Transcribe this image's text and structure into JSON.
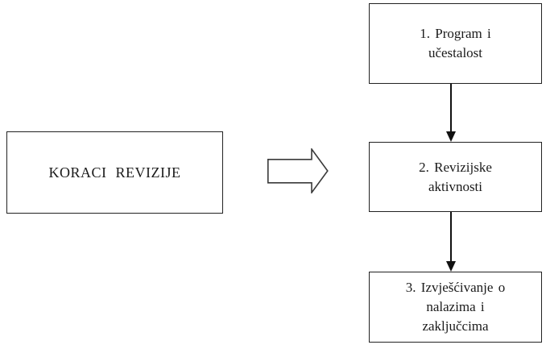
{
  "diagram": {
    "left_box": {
      "label": "KORACI REVIZIJE"
    },
    "steps": [
      {
        "label": "1. Program i\nučestalost"
      },
      {
        "label": "2. Revizijske\naktivnosti"
      },
      {
        "label": "3. Izvješćivanje o\nnalazima i\nzaključcima"
      }
    ],
    "icons": {
      "flow_arrow": "right-block-arrow",
      "connector": "down-arrow"
    },
    "colors": {
      "background": "#ffffff",
      "box_border": "#222222",
      "text": "#1a1a1a",
      "block_arrow_outline": "#3a3a3a",
      "connector_line": "#111111"
    }
  }
}
